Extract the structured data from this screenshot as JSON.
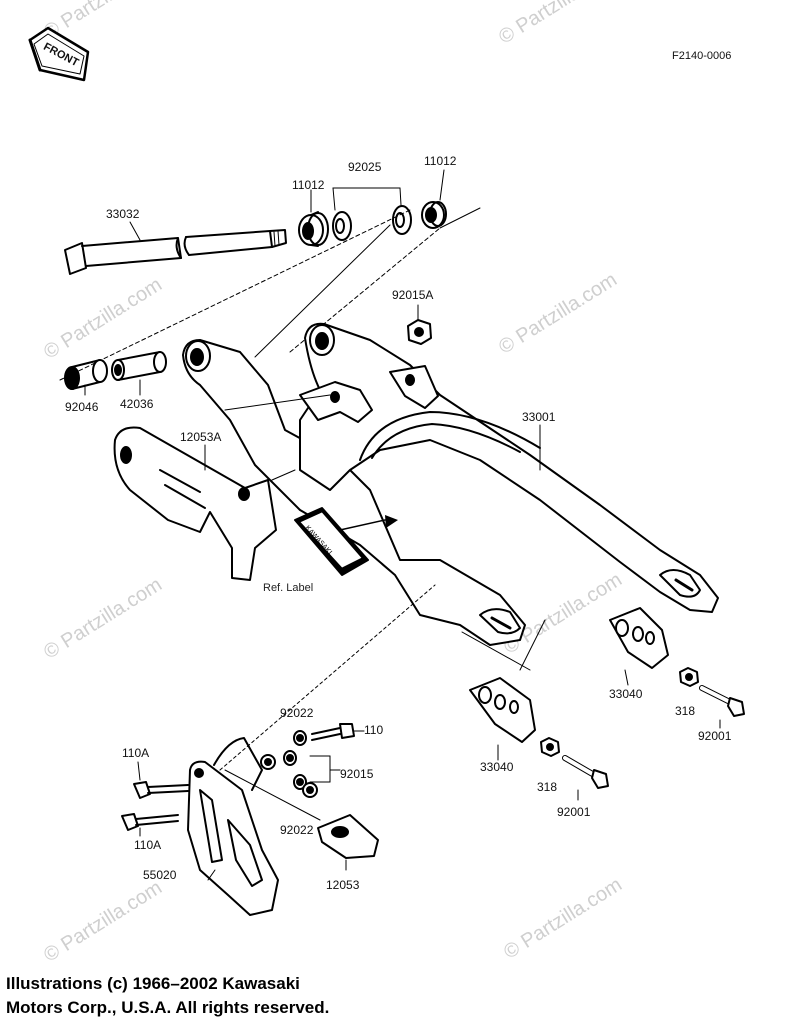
{
  "diagram_code": "F2140-0006",
  "front_label": "FRONT",
  "watermark": "© Partzilla.com",
  "ref_label": "Ref.  Label",
  "copyright": {
    "line1": "Illustrations (c) 1966–2002 Kawasaki",
    "line2": "Motors Corp., U.S.A.  All rights reserved."
  },
  "parts": {
    "p33032": "33032",
    "p11012_a": "11012",
    "p92025": "92025",
    "p11012_b": "11012",
    "p92015a": "92015A",
    "p92046": "92046",
    "p42036": "42036",
    "p12053a": "12053A",
    "p33001": "33001",
    "p33040_a": "33040",
    "p318_a": "318",
    "p92001_a": "92001",
    "p92022_a": "92022",
    "p110": "110",
    "p92015": "92015",
    "p110a_a": "110A",
    "p110a_b": "110A",
    "p92022_b": "92022",
    "p55020": "55020",
    "p12053": "12053",
    "p33040_b": "33040",
    "p318_b": "318",
    "p92001_b": "92001"
  }
}
